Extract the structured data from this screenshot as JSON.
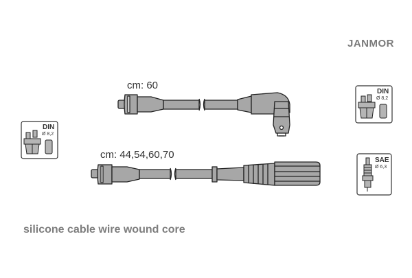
{
  "brand": "JANMOR",
  "cables": [
    {
      "length_label": "cm: 60"
    },
    {
      "length_label": "cm: 44,54,60,70"
    }
  ],
  "caption": "silicone cable wire wound core",
  "badges": {
    "distributor_left": {
      "standard": "DIN",
      "size": "Ø 8,2",
      "icon": "distributor-cap-icon"
    },
    "distributor_right": {
      "standard": "DIN",
      "size": "Ø 8,2",
      "icon": "distributor-cap-icon"
    },
    "spark_plug": {
      "standard": "SAE",
      "size": "Ø 6,3",
      "icon": "spark-plug-icon"
    }
  },
  "colors": {
    "cable_fill": "#a7a7a7",
    "outline": "#222222",
    "text": "#6e6e6e"
  }
}
